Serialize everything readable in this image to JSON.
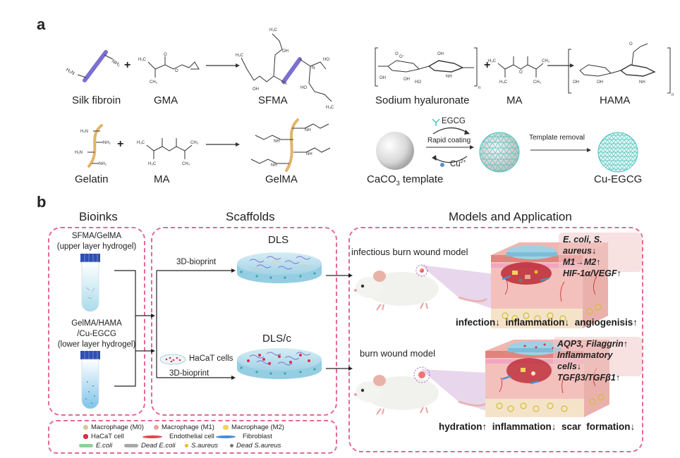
{
  "panel_a": {
    "label": "a",
    "row1": {
      "reactant1": "Silk fibroin",
      "reactant2": "GMA",
      "product1": "SFMA",
      "reactant3": "Sodium hyaluronate",
      "reactant4": "MA",
      "product2": "HAMA",
      "plus": "+"
    },
    "row2": {
      "reactant1": "Gelatin",
      "reactant2": "MA",
      "product1": "GelMA",
      "template": "CaCO",
      "template_sub": "3",
      "template_suffix": " template",
      "egcg_label": "EGCG",
      "coating_label": "Rapid coating",
      "cu_label": "Cu",
      "cu_sup": "2+",
      "removal_label": "Template removal",
      "product2": "Cu-EGCG",
      "plus": "+"
    },
    "atom_labels": {
      "nh2": "NH₂",
      "h2n": "H₂N",
      "h3c": "H₃C",
      "ch3": "CH₃",
      "o": "O",
      "oh": "OH",
      "ho": "HO",
      "h": "H",
      "n": "N",
      "nh": "NH",
      "n_sub": "n"
    }
  },
  "panel_b": {
    "label": "b",
    "sections": {
      "bioinks": "Bioinks",
      "scaffolds": "Scaffolds",
      "models": "Models and Application"
    },
    "bioinks": {
      "upper_line1": "SFMA/GelMA",
      "upper_line2": "(upper layer hydrogel)",
      "lower_line1": "GelMA/HAMA",
      "lower_line2": "/Cu-EGCG",
      "lower_line3": "(lower layer hydrogel)"
    },
    "scaffolds": {
      "dls": "DLS",
      "dlsc": "DLS/c",
      "bioprint_top": "3D-bioprint",
      "bioprint_bottom": "3D-bioprint",
      "hacat": "HaCaT cells"
    },
    "models": {
      "infectious_model": "infectious burn wound model",
      "burn_model": "burn wound model",
      "infectious_findings": [
        "E. coli, S. aureus↓",
        " M1→M2↑",
        "HIF-1α/VEGF↑"
      ],
      "burn_findings": [
        "AQP3, Filaggrin↑",
        " Inflammatory cells↓",
        "TGFβ3/TGFβ1↑"
      ],
      "infectious_outcomes": "infection↓  inflammation↓  angiogenisis↑",
      "burn_outcomes": "hydration↑  inflammation↓  scar  formation↓"
    },
    "legend": [
      {
        "label": "Macrophage (M0)",
        "icon": "macrophage-m0-icon",
        "color": "#d9c49a",
        "italic": false
      },
      {
        "label": "Macrophage (M1)",
        "icon": "macrophage-m1-icon",
        "color": "#e8a59a",
        "italic": false
      },
      {
        "label": "Macrophage (M2)",
        "icon": "macrophage-m2-icon",
        "color": "#f2d45a",
        "italic": false
      },
      {
        "label": "HaCaT cell",
        "icon": "hacat-cell-icon",
        "color": "#d9304a",
        "italic": false
      },
      {
        "label": "Endothelial cell",
        "icon": "endothelial-cell-icon",
        "color": "#e0474a",
        "italic": false
      },
      {
        "label": "Fibroblast",
        "icon": "fibroblast-icon",
        "color": "#4a8fd0",
        "italic": false
      },
      {
        "label": "E.coli",
        "icon": "ecoli-icon",
        "color": "#8fcf9a",
        "italic": true
      },
      {
        "label": "Dead E.coli",
        "icon": "dead-ecoli-icon",
        "color": "#a8a8a8",
        "italic": true
      },
      {
        "label": "S.aureus",
        "icon": "saureus-icon",
        "color": "#e8c020",
        "italic": true
      },
      {
        "label": "Dead S.aureus",
        "icon": "dead-saureus-icon",
        "color": "#777777",
        "italic": true
      }
    ],
    "colors": {
      "dashed_border": "#e36a93",
      "silk_fibroin": "#7b6fd0",
      "gelatin": "#e2b46a",
      "cu_egcg": "#4cc3bd",
      "cu_ion": "#5a8fd0",
      "hydrogel": "#bfe3ee",
      "finding_box": "#f3d5d5"
    }
  }
}
